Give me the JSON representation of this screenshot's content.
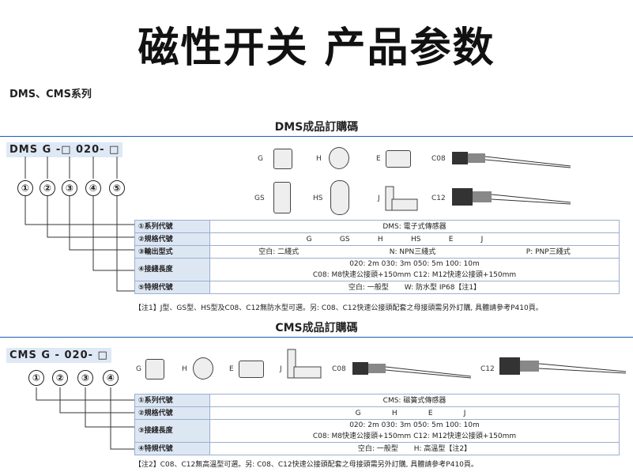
{
  "page_title": "磁性开关 产品参数",
  "series_title": "DMS、CMS系列",
  "dms": {
    "section_title": "DMS成品訂購碼",
    "code": "DMS G -□ 020- □",
    "numbers": [
      "①",
      "②",
      "③",
      "④",
      "⑤"
    ],
    "shape_labels": [
      "G",
      "H",
      "E",
      "C08",
      "GS",
      "HS",
      "J",
      "C12"
    ],
    "rows": [
      {
        "key": "①系列代號",
        "values": [
          "DMS: 電子式傳感器"
        ]
      },
      {
        "key": "②規格代號",
        "values": [
          "G",
          "GS",
          "H",
          "HS",
          "E",
          "J"
        ]
      },
      {
        "key": "③輸出型式",
        "values": [
          "空白: 二綫式",
          "N: NPN三綫式",
          "P: PNP三綫式"
        ]
      },
      {
        "key": "④接綫長度",
        "values": [
          "020: 2m    030: 3m    050: 5m    100: 10m",
          "C08: M8快速公接頭+150mm  C12: M12快速公接頭+150mm"
        ]
      },
      {
        "key": "⑤特規代號",
        "values": [
          "空白: 一般型",
          "W: 防水型 IP68【注1】"
        ]
      }
    ],
    "note": "【注1】J型、GS型、HS型及C08、C12無防水型可選。另: C08、C12快速公接頭配套之母接頭需另外訂購, 具體請參考P410頁。"
  },
  "cms": {
    "section_title": "CMS成品訂購碼",
    "code": "CMS G - 020- □",
    "numbers": [
      "①",
      "②",
      "③",
      "④"
    ],
    "shape_labels": [
      "G",
      "H",
      "E",
      "J",
      "C08",
      "C12"
    ],
    "rows": [
      {
        "key": "①系列代號",
        "values": [
          "CMS: 磁簧式傳感器"
        ]
      },
      {
        "key": "②規格代號",
        "values": [
          "G",
          "H",
          "E",
          "J"
        ]
      },
      {
        "key": "③接綫長度",
        "values": [
          "020: 2m    030: 3m    050: 5m    100: 10m",
          "C08: M8快速公接頭+150mm    C12: M12快速公接頭+150mm"
        ]
      },
      {
        "key": "④特規代號",
        "values": [
          "空白: 一般型",
          "H: 高溫型【注2】"
        ]
      }
    ],
    "note": "【注2】C08、C12無高溫型可選。另: C08、C12快速公接頭配套之母接頭需另外訂購, 具體請參考P410頁。"
  }
}
